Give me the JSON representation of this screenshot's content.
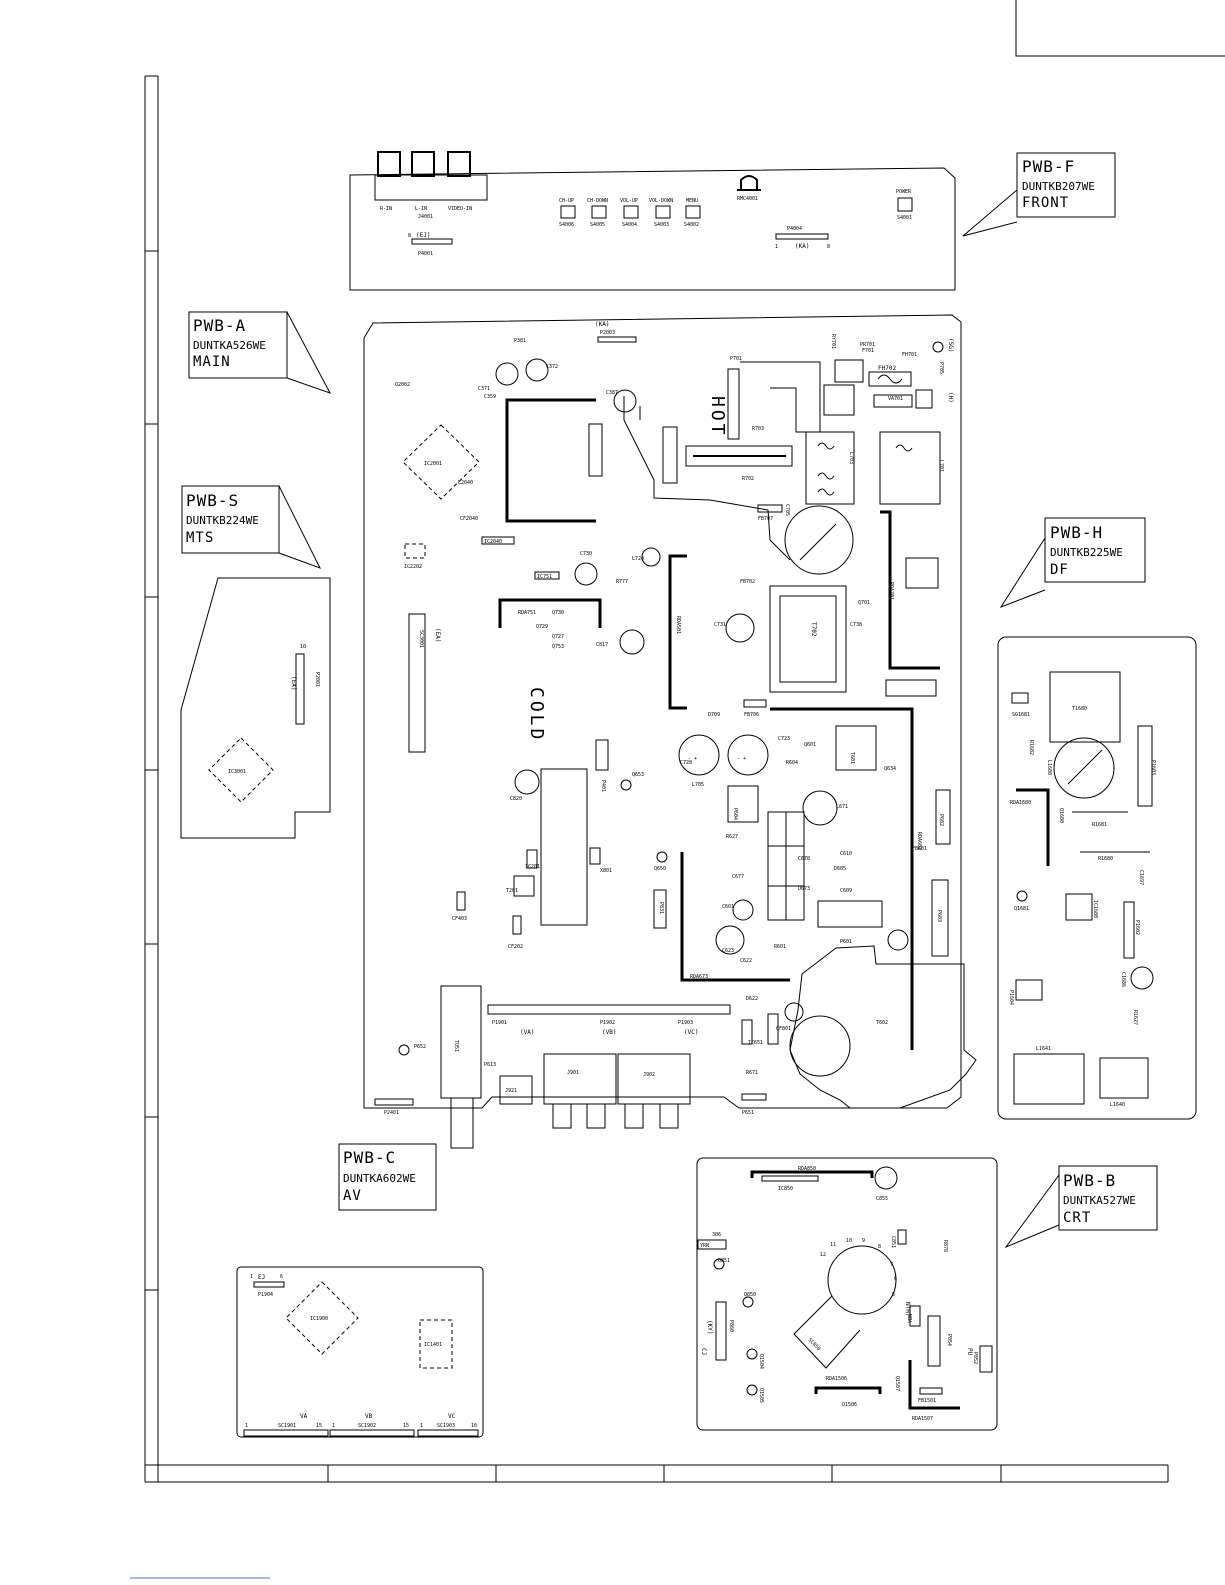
{
  "callouts": {
    "pwb_f": {
      "title": "PWB-F",
      "part": "DUNTKB207WE",
      "name": "FRONT"
    },
    "pwb_a": {
      "title": "PWB-A",
      "part": "DUNTKA526WE",
      "name": "MAIN"
    },
    "pwb_s": {
      "title": "PWB-S",
      "part": "DUNTKB224WE",
      "name": "MTS"
    },
    "pwb_h": {
      "title": "PWB-H",
      "part": "DUNTKB225WE",
      "name": "DF"
    },
    "pwb_c": {
      "title": "PWB-C",
      "part": "DUNTKA602WE",
      "name": "AV"
    },
    "pwb_b": {
      "title": "PWB-B",
      "part": "DUNTKA527WE",
      "name": "CRT"
    }
  },
  "front_board": {
    "jacks": [
      "R-IN",
      "L-IN",
      "VIDEO-IN"
    ],
    "jack_ref": "J4001",
    "switches": [
      {
        "label": "CH-UP",
        "ref": "S4006"
      },
      {
        "label": "CH-DOWN",
        "ref": "S4005"
      },
      {
        "label": "VOL-UP",
        "ref": "S4004"
      },
      {
        "label": "VOL-DOWN",
        "ref": "S4003"
      },
      {
        "label": "MENU",
        "ref": "S4002"
      }
    ],
    "remote_sensor": "RMC4001",
    "power_label": "POWER",
    "power_ref": "S4001",
    "p4004": "P4004",
    "p4004_conn": "(KA)",
    "p4001": "P4001",
    "p4001_conn": "(EJ)",
    "pin_1": "1",
    "pin_8": "8"
  },
  "main_board": {
    "p2003": "P2003",
    "p2003_conn": "(KA)",
    "hot": "HOT",
    "cold": "COLD",
    "ic2001": "IC2001",
    "ic2202": "IC2202",
    "sc3001": "SC3001",
    "sc3001_conn": "(EA)",
    "sg": "(SG)",
    "h": "(H)",
    "p705": "P705",
    "p703": "P703",
    "ry701": "RY701",
    "t702": "T702",
    "t601": "T601",
    "t602": "T602",
    "p601": "P601",
    "p604": "P604",
    "p602": "P602",
    "p603": "P603",
    "p401": "P401",
    "p2401": "P2401",
    "j921": "J921",
    "j901": "J901",
    "j902": "J902",
    "tu51": "TU51",
    "p651": "P651",
    "rda673": "RDA673",
    "rda501": "RDA501",
    "rda751": "RDA751",
    "rda701": "RDA701",
    "rda602": "RDA602",
    "r702": "R702",
    "l701": "L701",
    "l703": "L703",
    "c705": "C705",
    "p1901": "P1901",
    "p1901_conn": "(VA)",
    "p1902": "P1902",
    "p1902_conn": "(VB)",
    "p1903": "P1903",
    "p1903_conn": "(VC)",
    "labels": [
      "C372",
      "C371",
      "C387",
      "C359",
      "Q2002",
      "P381",
      "L2040",
      "CF2040",
      "IC2040",
      "IC751",
      "C730",
      "L720",
      "R777",
      "FB702",
      "C731",
      "Q730",
      "Q729",
      "Q727",
      "Q753",
      "C817",
      "C738",
      "Q701",
      "C728",
      "C723",
      "L705",
      "Q601",
      "R604",
      "Q634",
      "L671",
      "R627",
      "C678",
      "C610",
      "D605",
      "D673",
      "C609",
      "C677",
      "C820",
      "X801",
      "IC201",
      "T201",
      "CF403",
      "CF202",
      "C601",
      "Q653",
      "Q650",
      "D709",
      "FB706",
      "FB707",
      "D622",
      "R671",
      "FB601",
      "P831",
      "P652",
      "P613",
      "VA701",
      "F701",
      "FH701",
      "FH702",
      "PR701",
      "P701",
      "R703",
      "R601",
      "C623",
      "C622",
      "CF801",
      "IC651"
    ]
  },
  "mts_board": {
    "p2001": "P2001",
    "conn": "(EA)",
    "ic3001": "IC3001",
    "pin_10": "10"
  },
  "df_board": {
    "t1680": "T1680",
    "sg1681": "SG1681",
    "r1682": "R1682",
    "l1680": "L1680",
    "p1603": "P1603",
    "rda1680": "RDA1680",
    "q1680": "Q1680",
    "r1681": "R1681",
    "r1680": "R1680",
    "c1697": "C1697",
    "q1681": "Q1681",
    "ic1680": "IC1680",
    "p1602": "P1602",
    "c1686": "C1686",
    "p1604": "P1604",
    "r1627": "R1627",
    "l1641": "L1641",
    "l1640": "L1640"
  },
  "av_board": {
    "ej": "EJ",
    "p1904": "P1904",
    "ic1900": "IC1900",
    "ic1401": "IC1401",
    "va": "VA",
    "vb": "VB",
    "vc": "VC",
    "sc1901": "SC1901",
    "sc1902": "SC1902",
    "sc1903": "SC1903",
    "pin_1": "1",
    "pin_6": "6",
    "pin_15": "15",
    "pin_10": "10"
  },
  "crt_board": {
    "rda850": "RDA850",
    "ic850": "IC850",
    "c855": "C855",
    "c851": "C851",
    "r878": "R878",
    "label_306": "306",
    "q851": "Q851",
    "q850": "Q850",
    "ky": "(KY)",
    "cj": "CJ",
    "p860": "P860",
    "sc850": "SC850",
    "nh": "N(H)",
    "p854": "P854",
    "pu": "PU",
    "p852": "P852",
    "q1504": "Q1504",
    "q1505": "Q1505",
    "rda1506": "RDA1506",
    "q1506": "Q1506",
    "q1507": "Q1507",
    "fb1501": "FB1501",
    "rda1507": "RDA1507",
    "socket_pins": [
      "12",
      "11",
      "10",
      "9",
      "8",
      "7",
      "6",
      "5"
    ],
    "tag_ybn": "YBN",
    "tag_yrn": "YRN"
  }
}
